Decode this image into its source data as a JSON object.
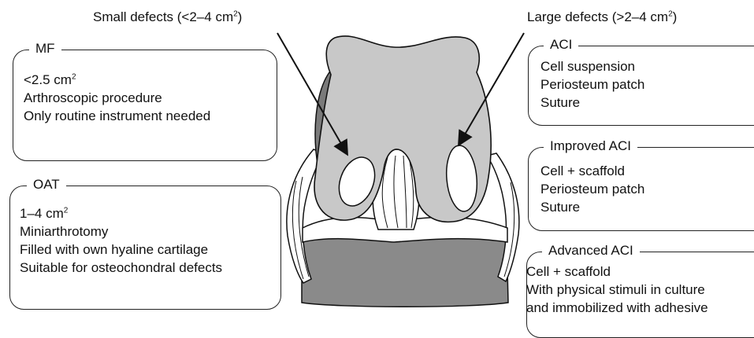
{
  "headers": {
    "small_prefix": "Small defects (<2–4 cm",
    "small_exp": "2",
    "small_suffix": ")",
    "large_prefix": "Large defects (>2–4 cm",
    "large_exp": "2",
    "large_suffix": ")"
  },
  "boxes": {
    "mf": {
      "title": "MF",
      "line1_prefix": "<2.5 cm",
      "line1_exp": "2",
      "line2": "Arthroscopic procedure",
      "line3": "Only routine instrument needed"
    },
    "oat": {
      "title": "OAT",
      "line1_prefix": "1–4 cm",
      "line1_exp": "2",
      "line2": "Miniarthrotomy",
      "line3": "Filled with own hyaline cartilage",
      "line4": "Suitable for osteochondral defects"
    },
    "aci": {
      "title": "ACI",
      "line1": "Cell suspension",
      "line2": "Periosteum patch",
      "line3": "Suture"
    },
    "improved_aci": {
      "title": "Improved ACI",
      "line1": "Cell + scaffold",
      "line2": "Periosteum patch",
      "line3": "Suture"
    },
    "advanced_aci": {
      "title": "Advanced ACI",
      "line1": "Cell + scaffold",
      "line2": "With physical stimuli in culture",
      "line3": "and immobilized with adhesive"
    }
  }
}
